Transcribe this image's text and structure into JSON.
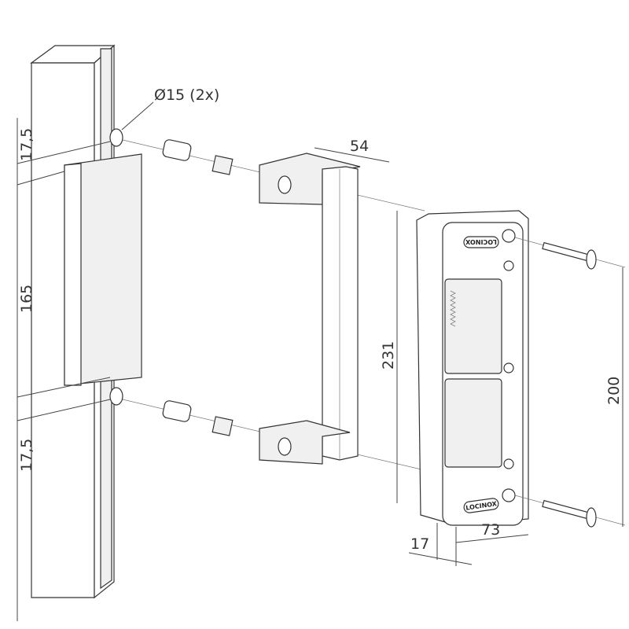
{
  "dimensions": {
    "hole": "Ø15 (2x)",
    "top_offset": "17,5",
    "cutout_height": "165",
    "bottom_offset": "17,5",
    "bracket_depth": "54",
    "keep_height": "231",
    "screw_spacing": "200",
    "faceplate_thickness": "17",
    "faceplate_width": "73"
  },
  "branding": {
    "logo_top": "LOCINOX",
    "logo_bottom": "LOCINOX"
  }
}
